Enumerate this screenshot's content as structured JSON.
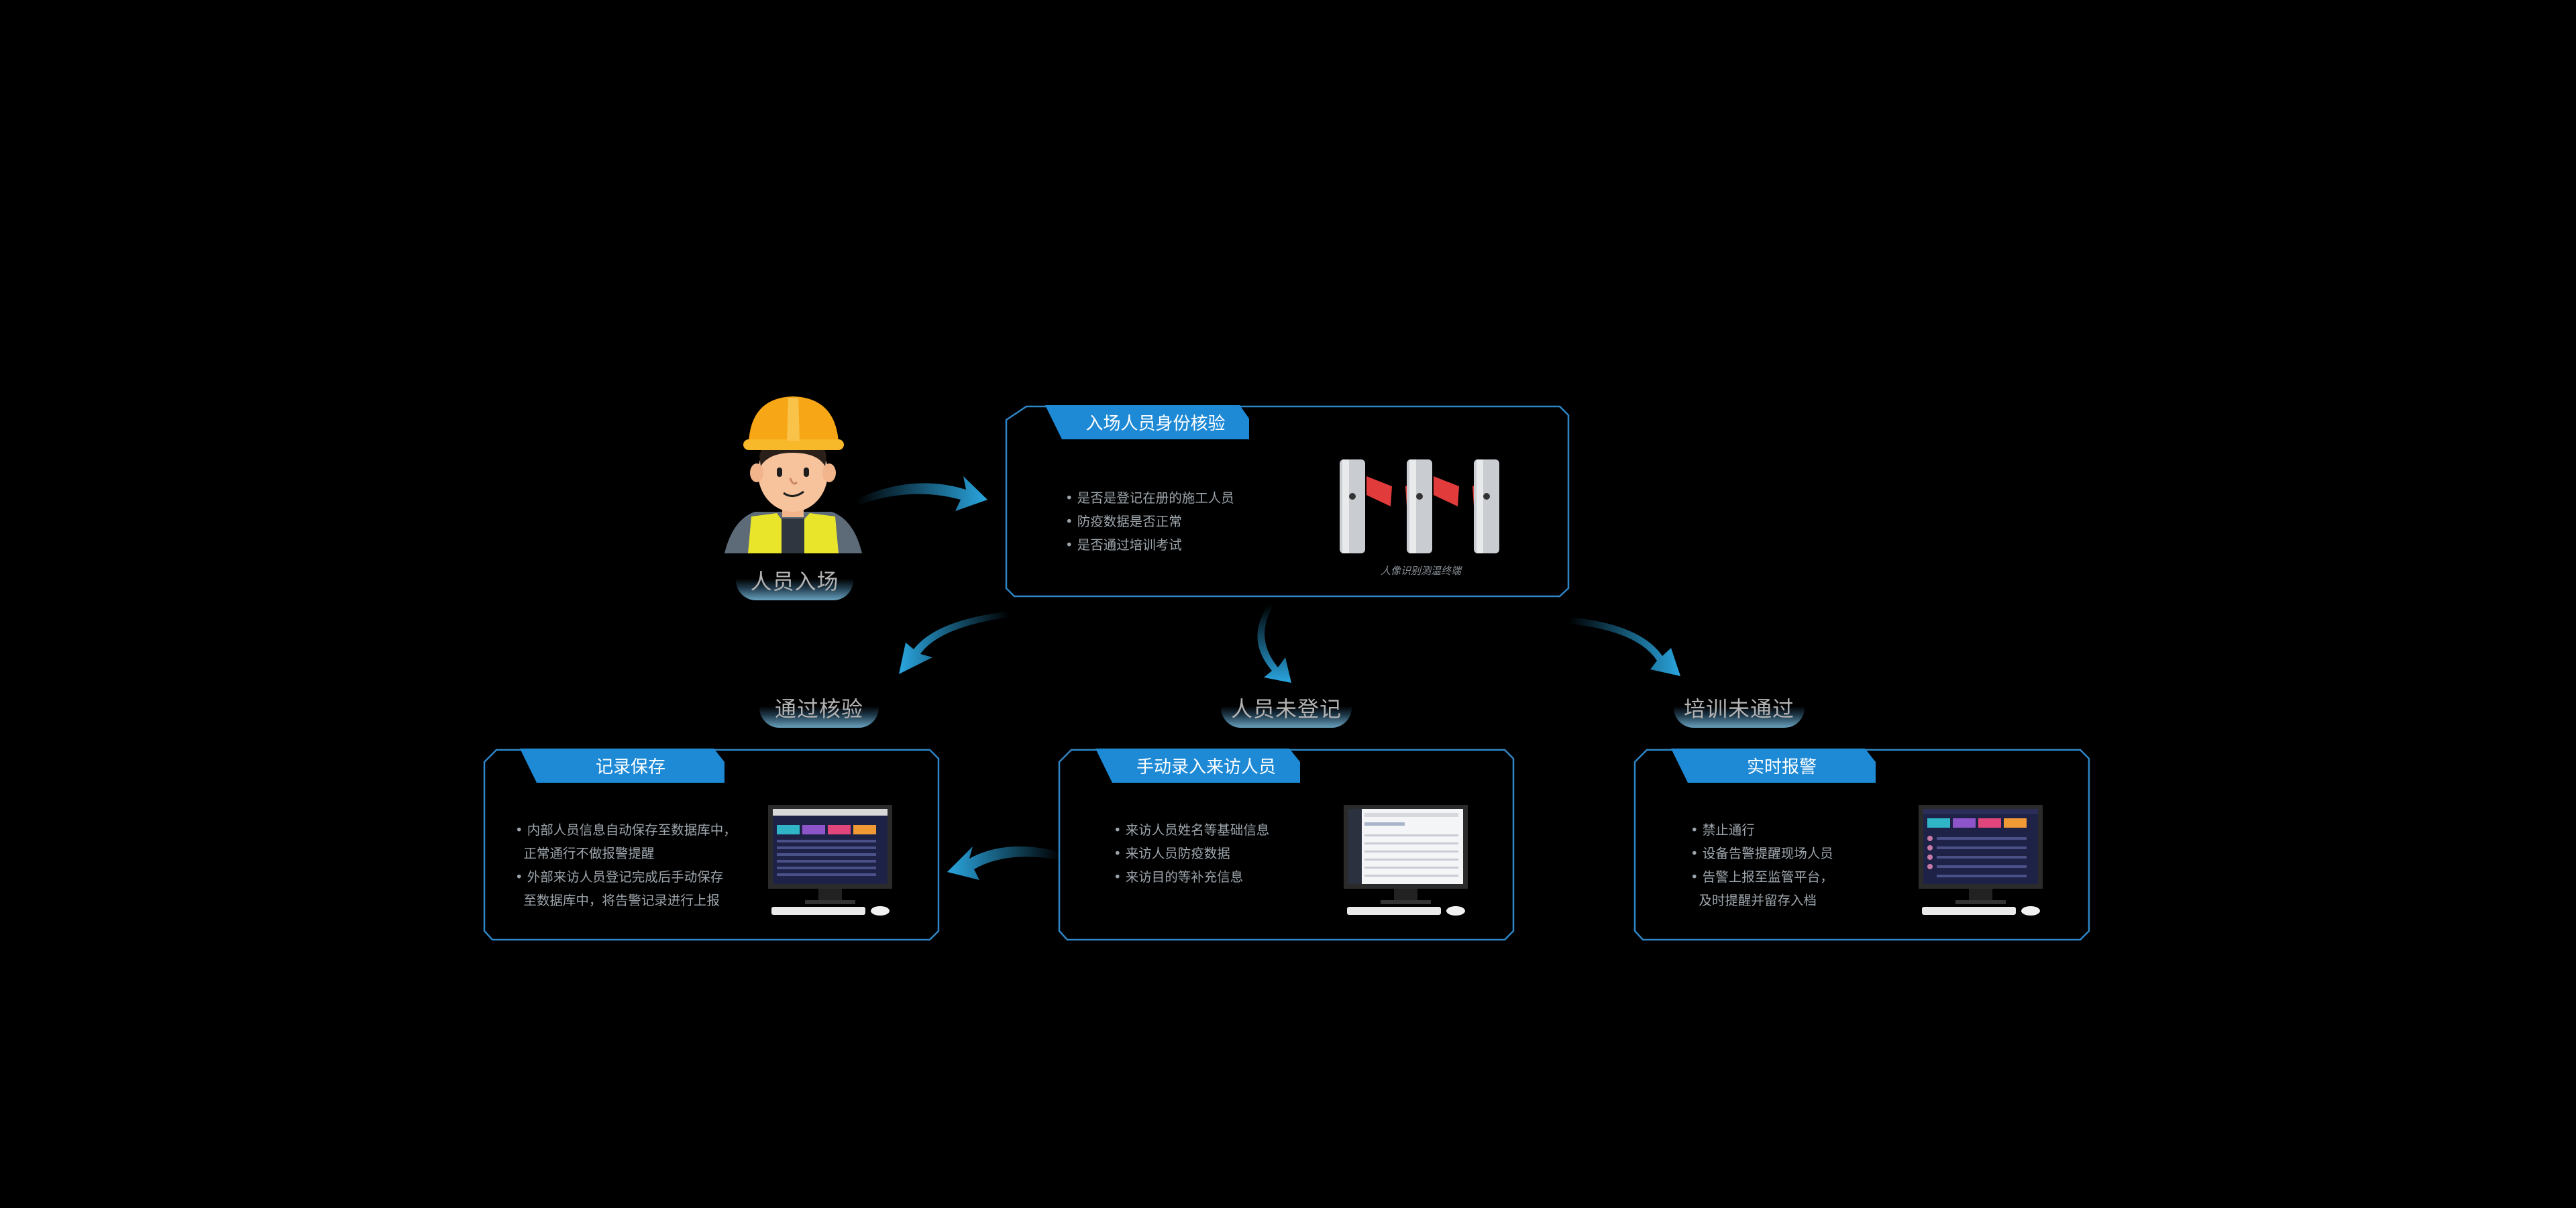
{
  "pills": {
    "enter": "人员入场",
    "pass": "通过核验",
    "unregistered": "人员未登记",
    "training_fail": "培训未通过"
  },
  "verify": {
    "title": "入场人员身份核验",
    "items": [
      "是否是登记在册的施工人员",
      "防疫数据是否正常",
      "是否通过培训考试"
    ],
    "image_caption": "人像识别测温终端"
  },
  "record": {
    "title": "记录保存",
    "items": [
      "内部人员信息自动保存至数据库中，",
      "正常通行不做报警提醒",
      "外部来访人员登记完成后手动保存",
      "至数据库中，将告警记录进行上报"
    ]
  },
  "manual": {
    "title": "手动录入来访人员",
    "items": [
      "来访人员姓名等基础信息",
      "来访人员防疫数据",
      "来访目的等补充信息"
    ]
  },
  "alarm": {
    "title": "实时报警",
    "items": [
      "禁止通行",
      "设备告警提醒现场人员",
      "告警上报至监管平台，",
      "及时提醒并留存入档"
    ]
  },
  "colors": {
    "accent": "#1e8ad6",
    "border": "#2f86c6",
    "arrow": "#2aa6e0",
    "text_muted": "#9ea6ad"
  }
}
